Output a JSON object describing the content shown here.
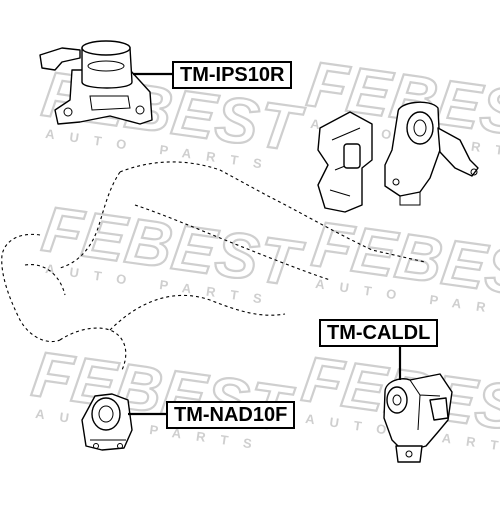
{
  "watermark": {
    "brand": "FEBEST",
    "tagline": "AUTO PARTS"
  },
  "callouts": {
    "top_part": "TM-IPS10R",
    "right_part": "TM-CALDL",
    "bottom_part": "TM-NAD10F"
  }
}
